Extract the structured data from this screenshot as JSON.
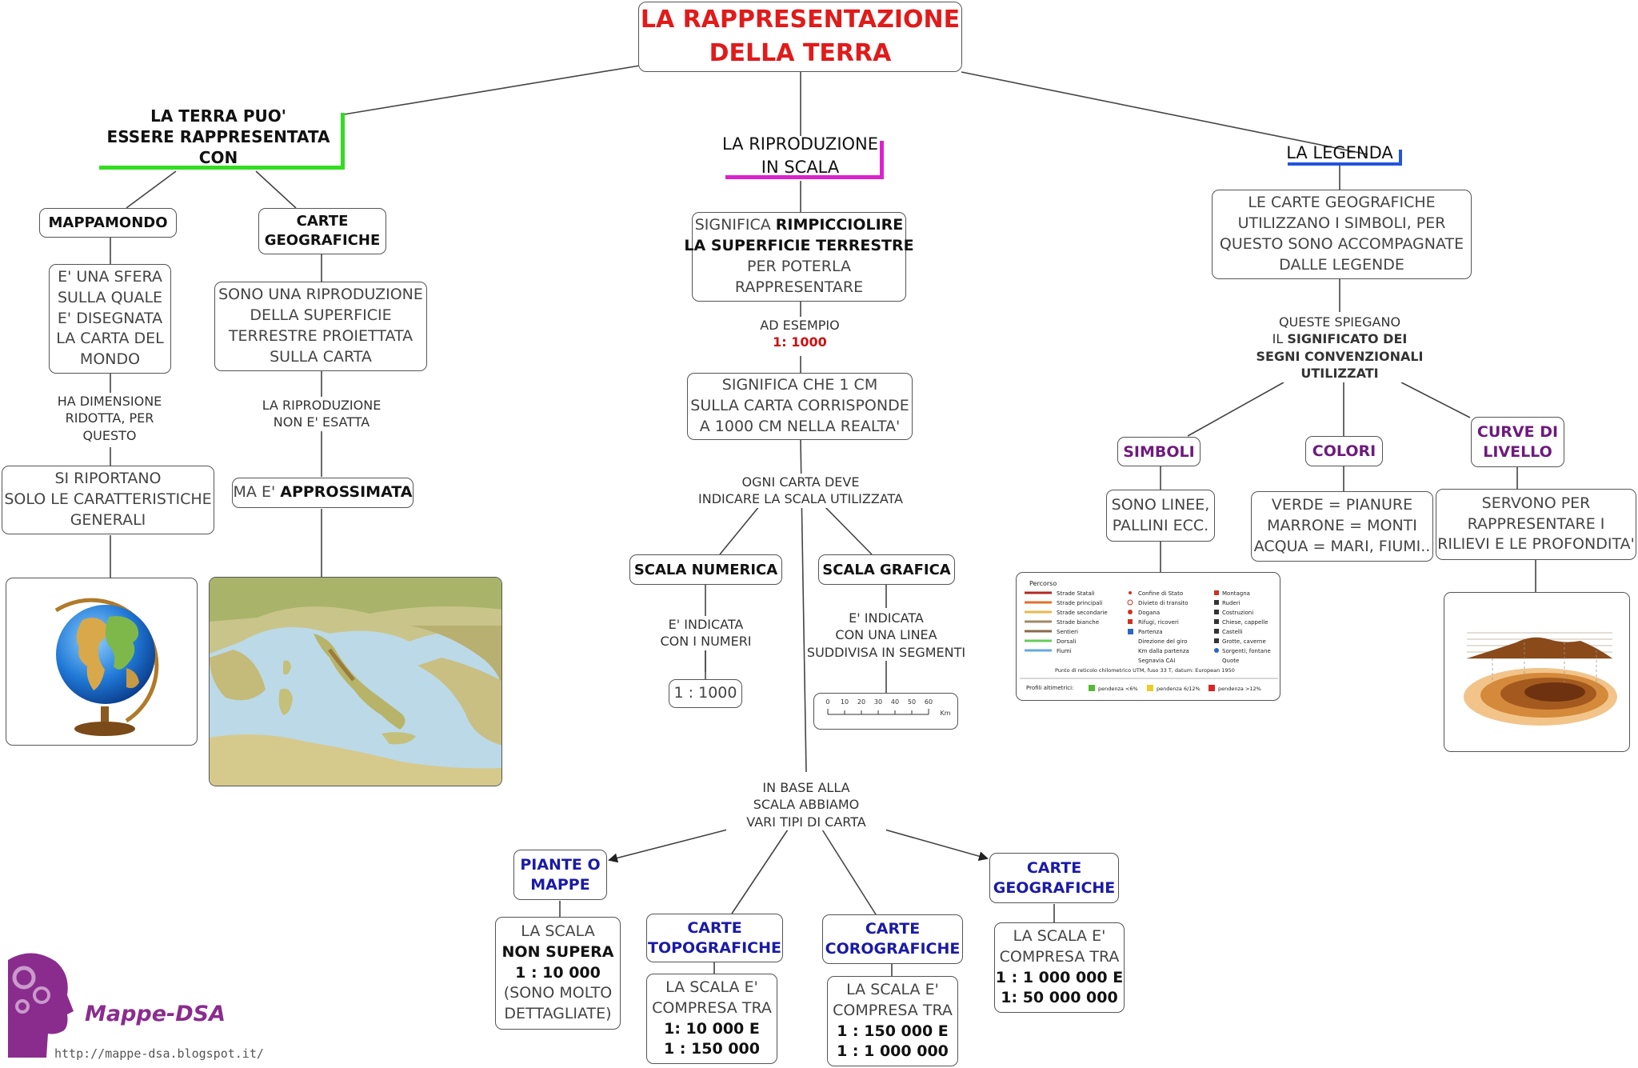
{
  "title": {
    "line1": "LA RAPPRESENTAZIONE",
    "line2": "DELLA TERRA",
    "color": "#e11a1a"
  },
  "branch_left": {
    "heading": [
      "LA TERRA PUO'",
      "ESSERE RAPPRESENTATA",
      "CON"
    ],
    "underline_color": "#33dd22",
    "mappamondo": {
      "label": "MAPPAMONDO",
      "desc": [
        "E' UNA SFERA",
        "SULLA QUALE",
        "E' DISEGNATA",
        "LA CARTA DEL",
        "MONDO"
      ],
      "connector": [
        "HA DIMENSIONE",
        "RIDOTTA, PER",
        "QUESTO"
      ],
      "result": [
        "SI RIPORTANO",
        "SOLO LE CARATTERISTICHE",
        "GENERALI"
      ],
      "image": "globe"
    },
    "carte": {
      "label": [
        "CARTE",
        "GEOGRAFICHE"
      ],
      "desc": [
        "SONO UNA RIPRODUZIONE",
        "DELLA SUPERFICIE",
        "TERRESTRE PROIETTATA",
        "SULLA CARTA"
      ],
      "connector": [
        "LA RIPRODUZIONE",
        "NON E' ESATTA"
      ],
      "result_prefix": "MA E' ",
      "result_bold": "APPROSSIMATA",
      "image": "map of Italy"
    }
  },
  "branch_center": {
    "heading": [
      "LA RIPRODUZIONE",
      "IN SCALA"
    ],
    "underline_color": "#dd22cc",
    "definition": {
      "p1": "SIGNIFICA ",
      "p2": "RIMPICCIOLIRE",
      "p3": "LA SUPERFICIE TERRESTRE",
      "p4": "PER POTERLA",
      "p5": "RAPPRESENTARE"
    },
    "example_label": "AD ESEMPIO",
    "example_value": "1: 1000",
    "example_color": "#cc1111",
    "meaning": [
      "SIGNIFICA CHE 1 CM",
      "SULLA CARTA CORRISPONDE",
      "A 1000 CM NELLA REALTA'"
    ],
    "connector_scale": [
      "OGNI CARTA DEVE",
      "INDICARE LA SCALA UTILIZZATA"
    ],
    "numerica": {
      "label": "SCALA NUMERICA",
      "desc": [
        "E' INDICATA",
        "CON I NUMERI"
      ],
      "example": "1 : 1000"
    },
    "grafica": {
      "label": "SCALA GRAFICA",
      "desc": [
        "E' INDICATA",
        "CON UNA LINEA",
        "SUDDIVISA IN SEGMENTI"
      ],
      "ticks": [
        "0",
        "10",
        "20",
        "30",
        "40",
        "50",
        "60"
      ],
      "unit": "Km"
    },
    "connector_types": [
      "IN BASE ALLA",
      "SCALA ABBIAMO",
      "VARI TIPI DI CARTA"
    ],
    "types": [
      {
        "label": [
          "PIANTE O",
          "MAPPE"
        ],
        "desc": [
          "LA SCALA"
        ],
        "bold": [
          "NON SUPERA",
          "1 : 10 000"
        ],
        "after": [
          "(SONO MOLTO",
          "DETTAGLIATE)"
        ]
      },
      {
        "label": [
          "CARTE",
          "TOPOGRAFICHE"
        ],
        "desc": [
          "LA SCALA E'",
          "COMPRESA TRA"
        ],
        "bold": [
          "1: 10 000 E",
          "1 : 150 000"
        ],
        "after": []
      },
      {
        "label": [
          "CARTE",
          "COROGRAFICHE"
        ],
        "desc": [
          "LA SCALA E'",
          "COMPRESA TRA"
        ],
        "bold": [
          "1 : 150 000 E",
          "1 : 1 000 000"
        ],
        "after": []
      },
      {
        "label": [
          "CARTE",
          "GEOGRAFICHE"
        ],
        "desc": [
          "LA SCALA E'",
          "COMPRESA TRA"
        ],
        "bold": [
          "1 : 1 000 000 E",
          "1: 50 000 000"
        ],
        "after": []
      }
    ]
  },
  "branch_right": {
    "heading": "LA LEGENDA",
    "underline_color": "#2255dd",
    "desc": [
      "LE CARTE GEOGRAFICHE",
      "UTILIZZANO I SIMBOLI, PER",
      "QUESTO SONO ACCOMPAGNATE",
      "DALLE LEGENDE"
    ],
    "connector": {
      "l1": "QUESTE SPIEGANO",
      "l2a": "IL ",
      "l2b": "SIGNIFICATO DEI",
      "l3": "SEGNI CONVENZIONALI",
      "l4": "UTILIZZATI"
    },
    "simboli": {
      "label": "SIMBOLI",
      "desc": [
        "SONO LINEE,",
        "PALLINI ECC."
      ]
    },
    "colori": {
      "label": "COLORI",
      "desc": [
        "VERDE = PIANURE",
        "MARRONE = MONTI",
        "ACQUA = MARI, FIUMI.."
      ]
    },
    "curve": {
      "label": [
        "CURVE DI",
        "LIVELLO"
      ],
      "desc": [
        "SERVONO PER",
        "RAPPRESENTARE I",
        "RILIEVI E LE PROFONDITA'"
      ]
    },
    "legend_image": {
      "title": "Percorso",
      "col1": [
        "Strade Statali",
        "Strade principali",
        "Strade secondarie",
        "Strade bianche",
        "Sentieri",
        "Dorsali",
        "Fiumi"
      ],
      "col2": [
        "Confine di Stato",
        "Divieto di transito",
        "Dogana",
        "Rifugi, ricoveri",
        "Partenza",
        "Direzione del giro",
        "Km dalla partenza",
        "Segnavia CAI"
      ],
      "col3": [
        "Montagna",
        "Ruderi",
        "Costruzioni",
        "Chiese, cappelle",
        "Castelli",
        "Grotte, caverne",
        "Sorgenti, fontane",
        "Quote"
      ],
      "grid_note": "Punto di reticolo chilometrico UTM, fuso 33 T, datum: European 1950",
      "profile_label": "Profili altimetrici:",
      "profile_items": [
        "pendenza <6%",
        "pendenza 6/12%",
        "pendenza >12%"
      ],
      "profile_colors": [
        "#55bb33",
        "#eecc22",
        "#dd2222"
      ]
    }
  },
  "logo": {
    "name": "Mappe-DSA",
    "url": "http://mappe-dsa.blogspot.it/"
  }
}
